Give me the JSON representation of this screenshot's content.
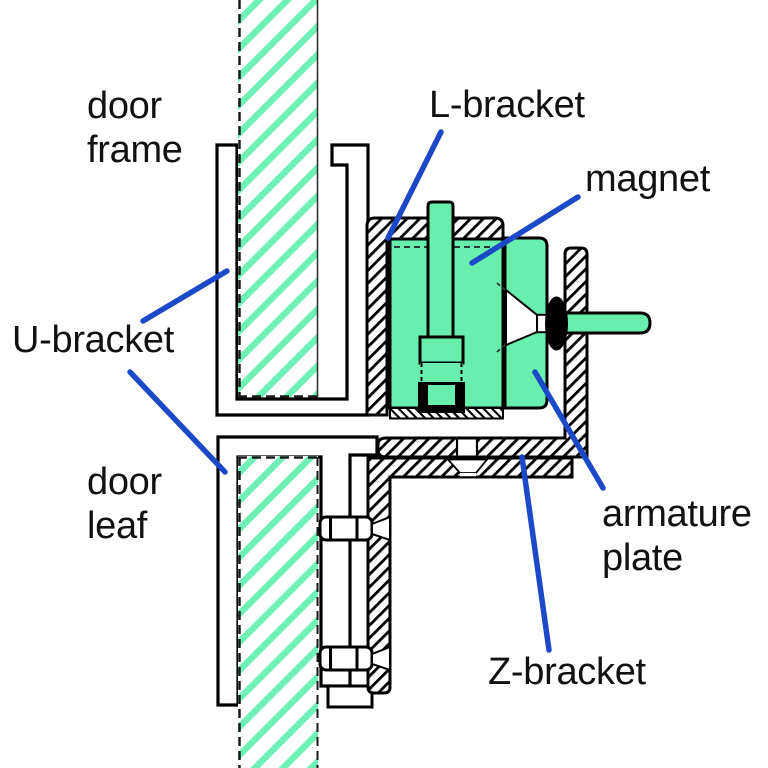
{
  "diagram": {
    "labels": {
      "door_frame": "door\nframe",
      "u_bracket": "U-bracket",
      "door_leaf": "door\nleaf",
      "l_bracket": "L-bracket",
      "magnet": "magnet",
      "armature_plate": "armature\nplate",
      "z_bracket": "Z-bracket"
    },
    "colors": {
      "part_green": "#68EFAD",
      "hatch_green": "#6FF0B6",
      "leader_blue": "#1B49C8",
      "outline_black": "#000000"
    }
  }
}
